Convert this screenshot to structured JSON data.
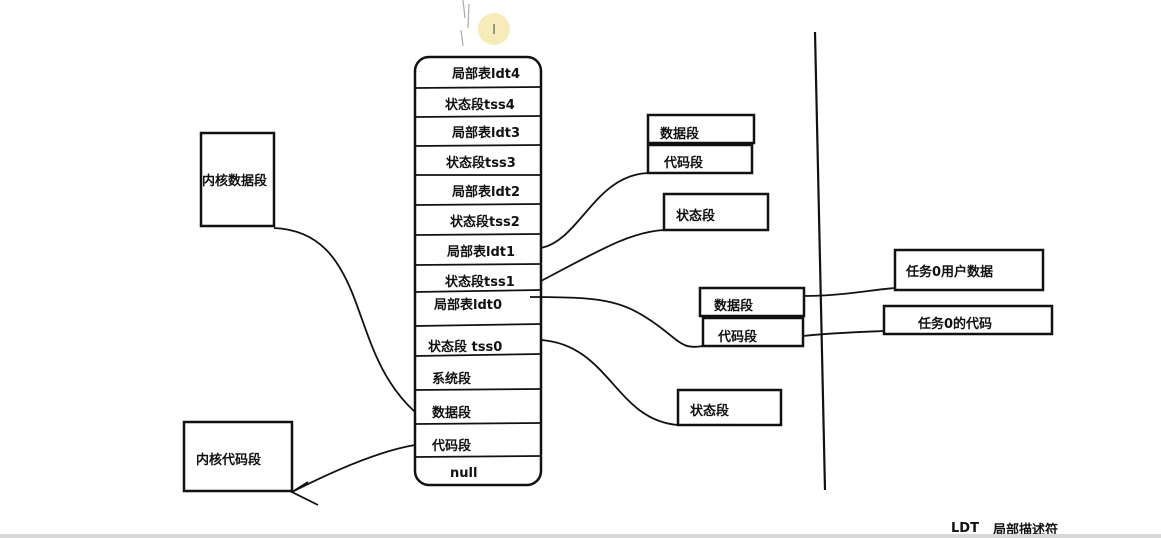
{
  "gdt_table": {
    "rows": [
      "局部表ldt4",
      "状态段tss4",
      "局部表ldt3",
      "状态段tss3",
      "局部表ldt2",
      "状态段tss2",
      "局部表ldt1",
      "状态段tss1",
      "局部表ldt0",
      "状态段 tss0",
      "系统段",
      "数据段",
      "代码段",
      "null"
    ]
  },
  "kernel": {
    "data_label": "内核数据段",
    "code_label": "内核代码段"
  },
  "task1": {
    "data_label": "数据段",
    "code_label": "代码段",
    "state_label": "状态段"
  },
  "task0": {
    "data_label": "数据段",
    "code_label": "代码段",
    "state_label": "状态段"
  },
  "user": {
    "data_label": "任务0用户数据",
    "code_label": "任务0的代码"
  },
  "caption": {
    "abbr": "LDT",
    "text": "局部描述符"
  },
  "cursor_glyph": "I"
}
